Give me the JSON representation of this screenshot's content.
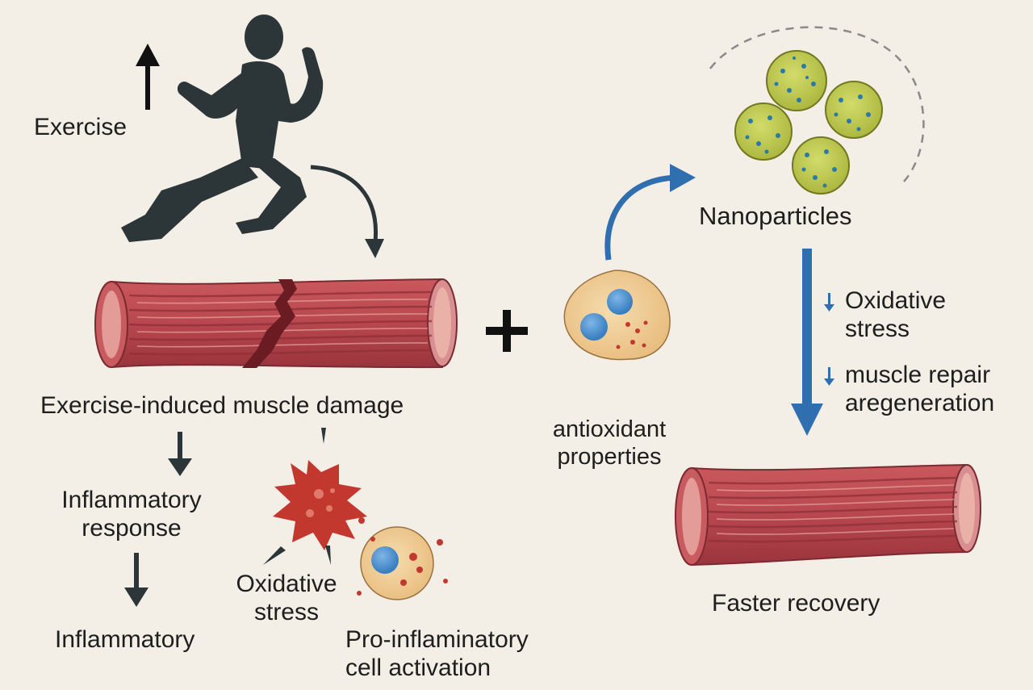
{
  "labels": {
    "exercise": "Exercise",
    "muscle_damage": "Exercise-induced muscle damage",
    "inflammatory_response_1": "Inflammatory",
    "inflammatory_response_2": "response",
    "inflammatory": "Inflammatory",
    "oxidative_stress_left_1": "Oxidative",
    "oxidative_stress_left_2": "stress",
    "pro_inflammatory_1": "Pro-inflaminatory",
    "pro_inflammatory_2": "cell activation",
    "plus_sign": "+",
    "antioxidant_1": "antioxidant",
    "antioxidant_2": "properties",
    "nanoparticles": "Nanoparticles",
    "oxidative_stress_right_1": "Oxidative",
    "oxidative_stress_right_2": "stress",
    "muscle_repair_1": "muscle repair",
    "muscle_repair_2": "aregeneration",
    "faster_recovery": "Faster recovery"
  },
  "colors": {
    "background": "#f3eee6",
    "runner": "#2c3538",
    "arrow_dark": "#2c3538",
    "arrow_blue": "#2f6fb0",
    "muscle": "#b8474f",
    "muscle_end": "#d98f8f",
    "nanoparticle": "#b8c24a",
    "cell": "#f0cc94",
    "nucleus": "#4a8fd0",
    "ros": "#c2382f"
  },
  "icons": [
    "runner-icon",
    "up-arrow-icon",
    "muscle-fiber-icon",
    "starburst-icon",
    "cell-icon",
    "nanoparticle-icon",
    "down-arrow-icon"
  ]
}
